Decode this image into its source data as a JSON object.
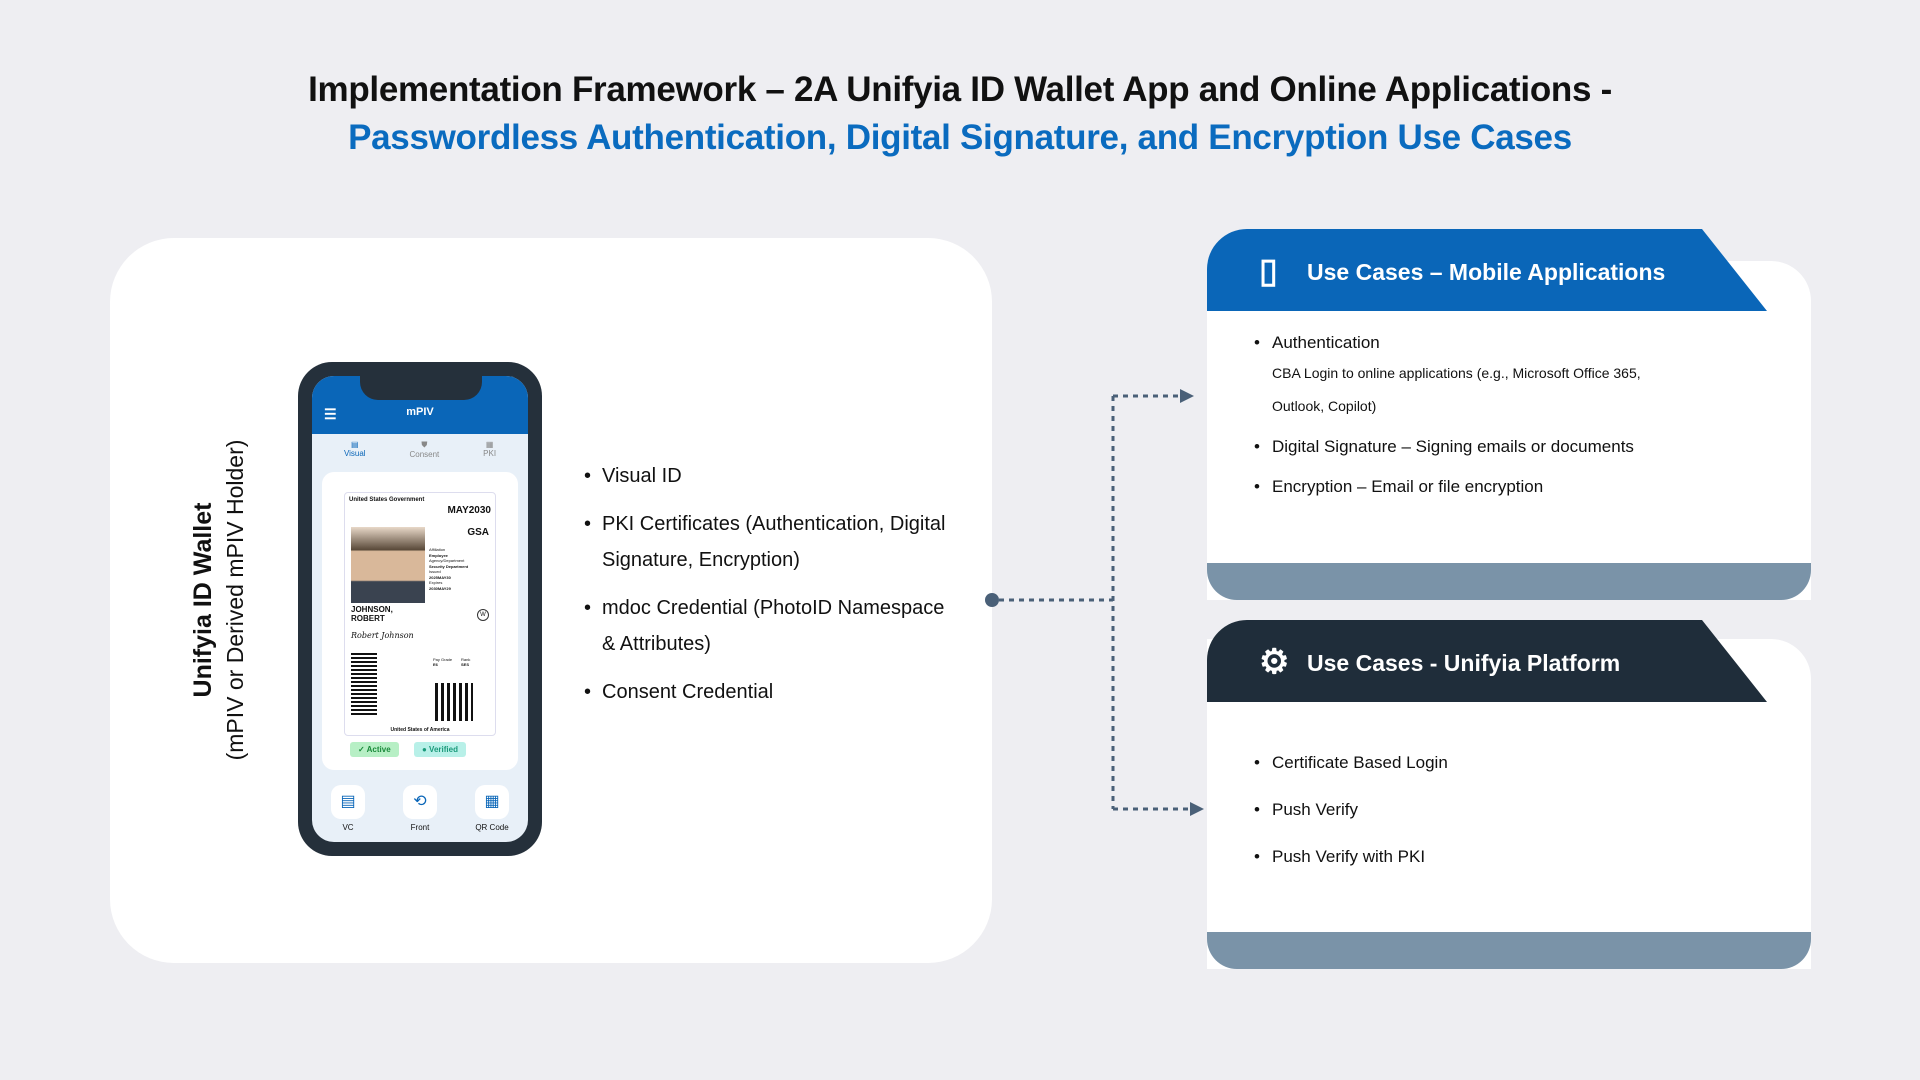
{
  "title": {
    "line1": "Implementation Framework – 2A Unifyia ID Wallet App and Online Applications -",
    "line2": "Passwordless Authentication, Digital Signature, and Encryption Use Cases"
  },
  "wallet": {
    "title": "Unifyia ID Wallet",
    "subtitle": "(mPIV or Derived mPIV Holder)"
  },
  "phone": {
    "app_title": "mPIV",
    "tabs": [
      "Visual",
      "Consent",
      "PKI"
    ],
    "card": {
      "header": "United States Government",
      "date": "MAY2030",
      "agency": "GSA",
      "affiliation_label": "Affiliation",
      "affiliation": "Employee",
      "dept_label": "Agency/Department",
      "dept": "Security Department",
      "issued_label": "Issued",
      "issued": "2025MAY30",
      "expires_label": "Expires",
      "expires": "2030MAY29",
      "name": "JOHNSON, ROBERT",
      "signature": "Robert Johnson",
      "pay_label": "Pay Grade",
      "pay": "E6",
      "rank_label": "Rank",
      "rank": "SES",
      "footer": "United States of America",
      "w": "W"
    },
    "badges": [
      "✓ Active",
      "● Verified"
    ],
    "actions": [
      "VC",
      "Front",
      "QR Code"
    ]
  },
  "features": [
    "Visual ID",
    "PKI Certificates (Authentication, Digital Signature, Encryption)",
    "mdoc Credential (PhotoID Namespace & Attributes)",
    "Consent Credential"
  ],
  "mobile": {
    "title": "Use Cases – Mobile Applications",
    "auth": "Authentication",
    "auth_detail": "CBA Login to online applications (e.g., Microsoft Office 365, Outlook, Copilot)",
    "items": [
      "Digital Signature – Signing emails or documents",
      "Encryption – Email or file encryption"
    ]
  },
  "platform": {
    "title": "Use Cases - Unifyia Platform",
    "items": [
      "Certificate  Based Login",
      "Push Verify",
      "Push Verify with PKI"
    ]
  },
  "colors": {
    "blue": "#0a66b8",
    "dark": "#1f2d3a",
    "footer": "#7a93a8"
  }
}
